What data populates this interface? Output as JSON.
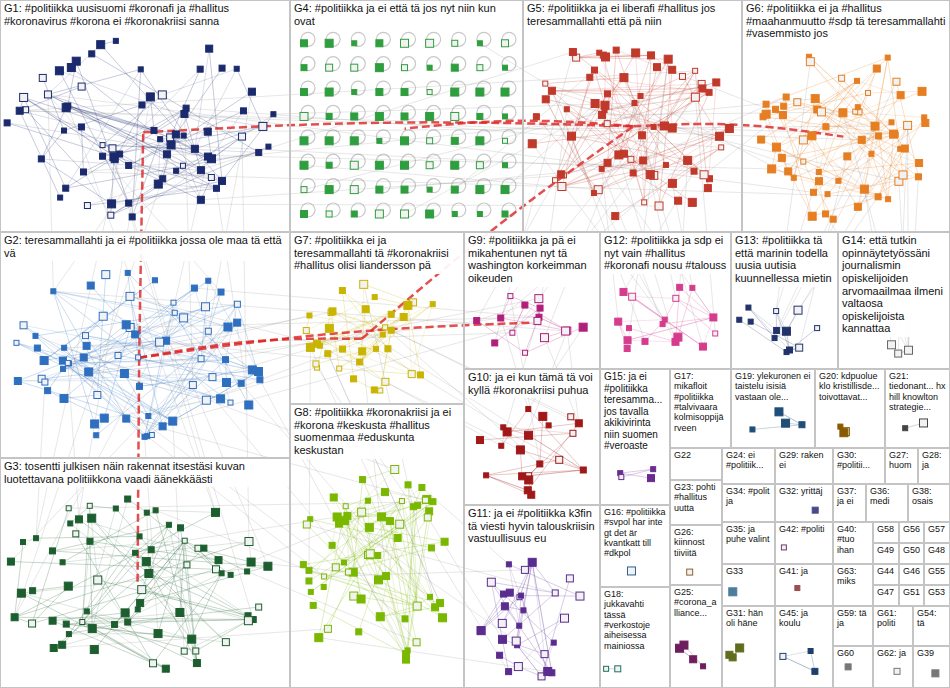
{
  "diagram": {
    "nodes": [
      {
        "text": [
          "G1: #politiikka uusisuomi #koronafi ja #hallitus #koronavirus #korona ei #koronakriisi sanna"
        ]
      },
      {
        "text": [
          "G4: #politiikka ja ei että tä jos nyt niin kun ovat"
        ]
      },
      {
        "text": [
          "G5: #politiikka ja ei liberafi #hallitus jos teresammallahti että pä niin"
        ]
      },
      {
        "text": [
          "G6: #politiikka ei ja #hallitus #maahanmuutto #sdp tä teresammallahti #vasemmisto jos"
        ]
      },
      {
        "text": [
          "G2: teresammallahti ja ei #politiikka jossa ole maa tä että vä"
        ]
      },
      {
        "text": [
          "G7: #politiikka ei ja teresammallahti tä #koronakriisi #hallitus olisi liandersson pä"
        ]
      },
      {
        "text": [
          "G9: #politiikka ja pä ei mikahentunen nyt tä washington korkeimman oikeuden"
        ]
      },
      {
        "text": [
          "G12: #politiikka ja sdp ei nyt vain #hallitus #koronafi nousu #talouss"
        ]
      },
      {
        "text": [
          "G13: #politiikka tä että marinin todella uusia uutisia kuunnellessa mietin"
        ]
      },
      {
        "text": [
          "G14: että tutkin opinnäytetyössäni journalismin opiskelijoiden arvomaailmaa ilmeni valtaosa opiskelijoista kannattaa"
        ]
      },
      {
        "text": [
          "G10: ja ei kun tämä tä voi kyllä #koronakriisi puhua"
        ]
      },
      {
        "text": [
          "G15: ja ei #politiikka teresamma... jos tavalla akikivirinta niin suomen #veroaste"
        ]
      },
      {
        "text": [
          "G17: mikafloit #politiikka #talvivaara kolmisoppijä rveen"
        ]
      },
      {
        "text": [
          "G19: ylekuronen ei taistelu isisiä vastaan ole..."
        ]
      },
      {
        "text": [
          "G20: kdpuolue klo kristillisde... toivottavat..."
        ]
      },
      {
        "text": [
          "G21: tiedonant... hx hill knowlton strategie..."
        ]
      },
      {
        "text": [
          "G8: #politiikka #koronakriisi ja ei #korona #keskusta #hallitus suomenmaa #eduskunta keskustan"
        ]
      },
      {
        "text": [
          "G3: tosentti julkisen näin rakennat itsestäsi kuvan luotettavana politiikkona vaadi äänekkäästi"
        ]
      },
      {
        "text": [
          "G22"
        ]
      },
      {
        "text": [
          "G24: ei #politiik..."
        ]
      },
      {
        "text": [
          "G29: raken ei"
        ]
      },
      {
        "text": [
          "G30: #politii..."
        ]
      },
      {
        "text": [
          "G27: huom"
        ]
      },
      {
        "text": [
          "G28: ja"
        ]
      },
      {
        "text": [
          "G23: pohti #hallitus uutta"
        ]
      },
      {
        "text": [
          "G34: #polit ja"
        ]
      },
      {
        "text": [
          "G32: yrittäj"
        ]
      },
      {
        "text": [
          "G37: ja ei"
        ]
      },
      {
        "text": [
          "G36: medi"
        ]
      },
      {
        "text": [
          "G38: osais"
        ]
      },
      {
        "text": [
          "G11: ja ei #politiikka k3fin tä viesti hyvin talouskriisin vastuullisuus eu"
        ]
      },
      {
        "text": [
          "G16: #politiikka #svpol har inte gt det är kvantkatt till #dkpol"
        ]
      },
      {
        "text": [
          "G26: kiinnost tiiviitä"
        ]
      },
      {
        "text": [
          "G35: ja puhe valint"
        ]
      },
      {
        "text": [
          "G42: #politi"
        ]
      },
      {
        "text": [
          "G40: #tuo ihan"
        ]
      },
      {
        "text": [
          "G58"
        ]
      },
      {
        "text": [
          "G56"
        ]
      },
      {
        "text": [
          "G57"
        ]
      },
      {
        "text": [
          "G49"
        ]
      },
      {
        "text": [
          "G50"
        ]
      },
      {
        "text": [
          "G48"
        ]
      },
      {
        "text": [
          "G33"
        ]
      },
      {
        "text": [
          "G41: ja"
        ]
      },
      {
        "text": [
          "G63: miks"
        ]
      },
      {
        "text": [
          "G44"
        ]
      },
      {
        "text": [
          "G46"
        ]
      },
      {
        "text": [
          "G55"
        ]
      },
      {
        "text": [
          "G47"
        ]
      },
      {
        "text": [
          "G51"
        ]
      },
      {
        "text": [
          "G53"
        ]
      },
      {
        "text": [
          "G18: jukkavahti tässä #verkostoje aiheisessa mainiossa"
        ]
      },
      {
        "text": [
          "G25: #corona_alliance..."
        ]
      },
      {
        "text": [
          "G31: hän oli häne"
        ]
      },
      {
        "text": [
          "G45: ja koulu"
        ]
      },
      {
        "text": [
          "G59: tä ja"
        ]
      },
      {
        "text": [
          "G61: politi"
        ]
      },
      {
        "text": [
          "G54: tä"
        ]
      },
      {
        "text": [
          "G60"
        ]
      },
      {
        "text": [
          "G62: ja"
        ]
      },
      {
        "text": [
          "G39"
        ]
      }
    ]
  }
}
